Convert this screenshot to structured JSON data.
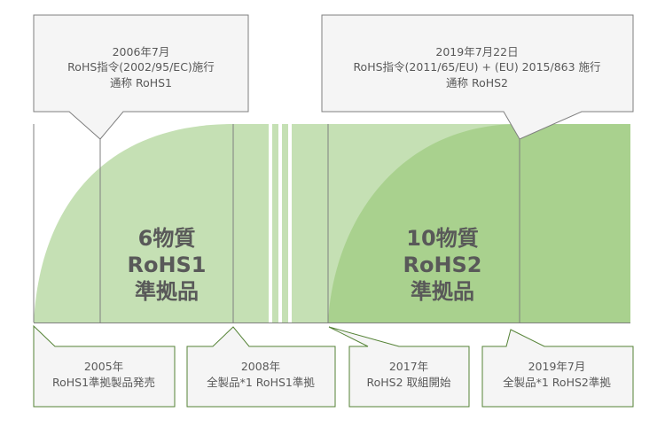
{
  "colors": {
    "rohs1_fill": "#c5e0b4",
    "rohs2_fill": "#a9d18e",
    "top_callout_border": "#7f7f7f",
    "bottom_callout_border": "#548235",
    "callout_fill": "#f5f5f5",
    "text": "#595959"
  },
  "top_callouts": [
    {
      "lines": [
        "2006年7月",
        "RoHS指令(2002/95/EC)施行",
        "通称 RoHS1"
      ]
    },
    {
      "lines": [
        "2019年7月22日",
        "RoHS指令(2011/65/EU) + (EU) 2015/863 施行",
        "通称 RoHS2"
      ]
    }
  ],
  "bottom_callouts": [
    {
      "lines": [
        "2005年",
        "RoHS1準拠製品発売"
      ]
    },
    {
      "lines": [
        "2008年",
        "全製品*1 RoHS1準拠"
      ]
    },
    {
      "lines": [
        "2017年",
        "RoHS2 取組開始"
      ]
    },
    {
      "lines": [
        "2019年7月",
        "全製品*1 RoHS2準拠"
      ]
    }
  ],
  "phases": [
    {
      "lines": [
        "6物質",
        "RoHS1",
        "準拠品"
      ]
    },
    {
      "lines": [
        "10物質",
        "RoHS2",
        "準拠品"
      ]
    }
  ]
}
